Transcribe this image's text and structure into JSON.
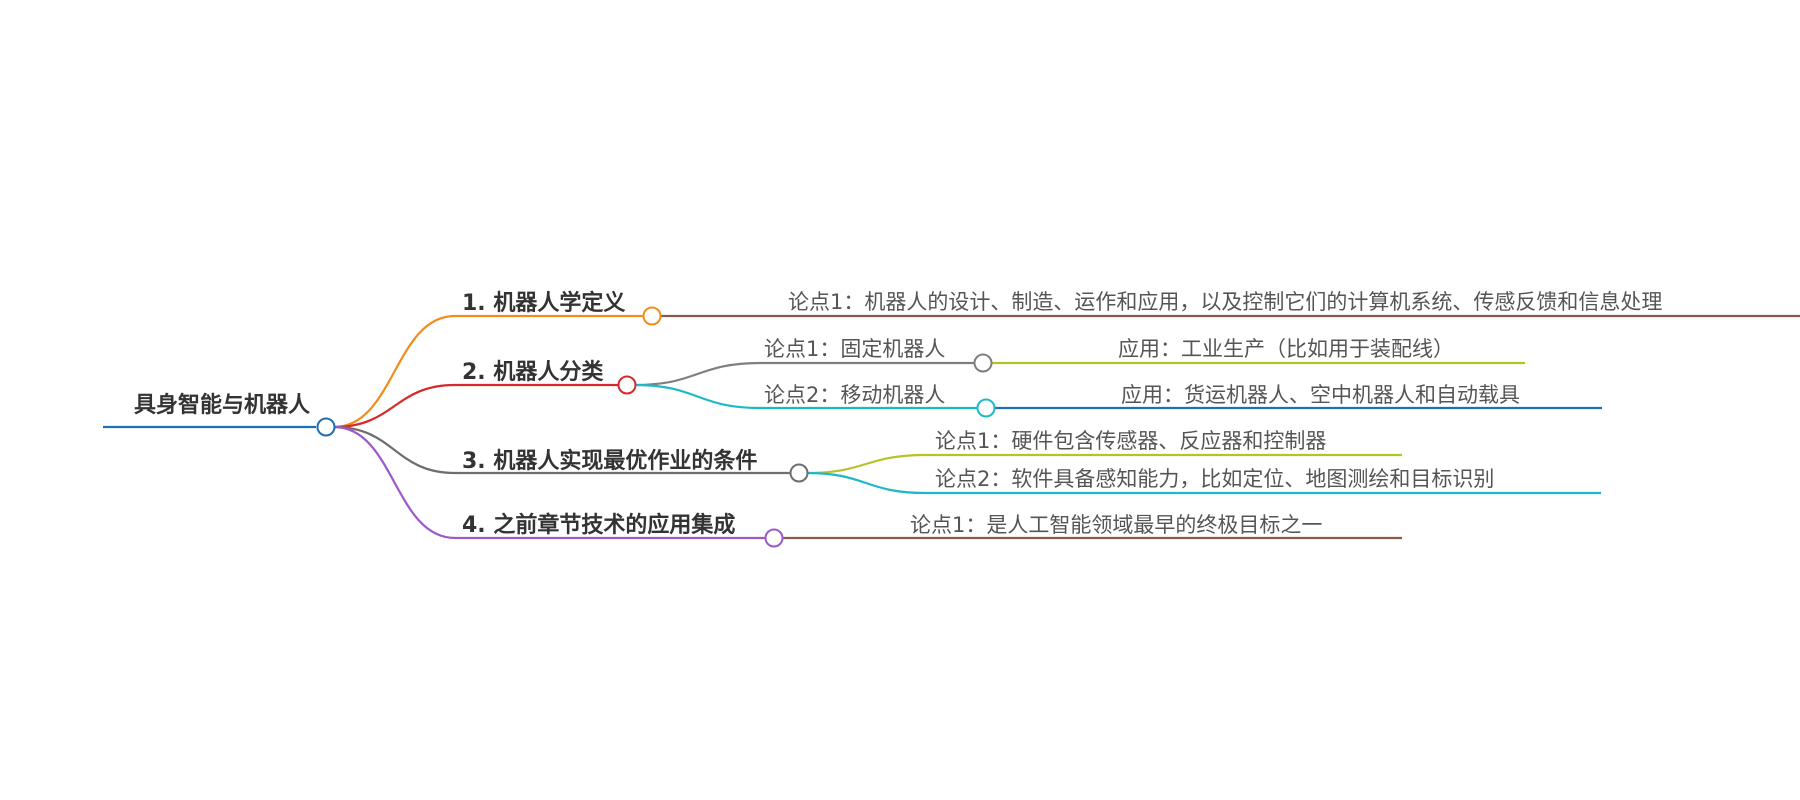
{
  "root": {
    "label": "具身智能与机器人",
    "color": "#1f6fb2"
  },
  "branches": [
    {
      "label": "1. 机器人学定义",
      "color": "#f28c1e",
      "children": [
        {
          "label": "论点1：机器人的设计、制造、运作和应用，以及控制它们的计算机系统、传感反馈和信息处理",
          "color": "#8b5a4a",
          "children": []
        }
      ]
    },
    {
      "label": "2. 机器人分类",
      "color": "#d6292b",
      "children": [
        {
          "label": "论点1：固定机器人",
          "color": "#7f7f7f",
          "children": [
            {
              "label": "应用：工业生产（比如用于装配线）",
              "color": "#b5c22a"
            }
          ]
        },
        {
          "label": "论点2：移动机器人",
          "color": "#1fb8c9",
          "children": [
            {
              "label": "应用：货运机器人、空中机器人和自动载具",
              "color": "#1f6fb2"
            }
          ]
        }
      ]
    },
    {
      "label": "3. 机器人实现最优作业的条件",
      "color": "#6e6e6e",
      "children": [
        {
          "label": "论点1：硬件包含传感器、反应器和控制器",
          "color": "#b5c22a",
          "children": []
        },
        {
          "label": "论点2：软件具备感知能力，比如定位、地图测绘和目标识别",
          "color": "#1fb8c9",
          "children": []
        }
      ]
    },
    {
      "label": "4. 之前章节技术的应用集成",
      "color": "#9b59c9",
      "children": [
        {
          "label": "论点1：是人工智能领域最早的终极目标之一",
          "color": "#8b5a4a",
          "children": []
        }
      ]
    }
  ]
}
